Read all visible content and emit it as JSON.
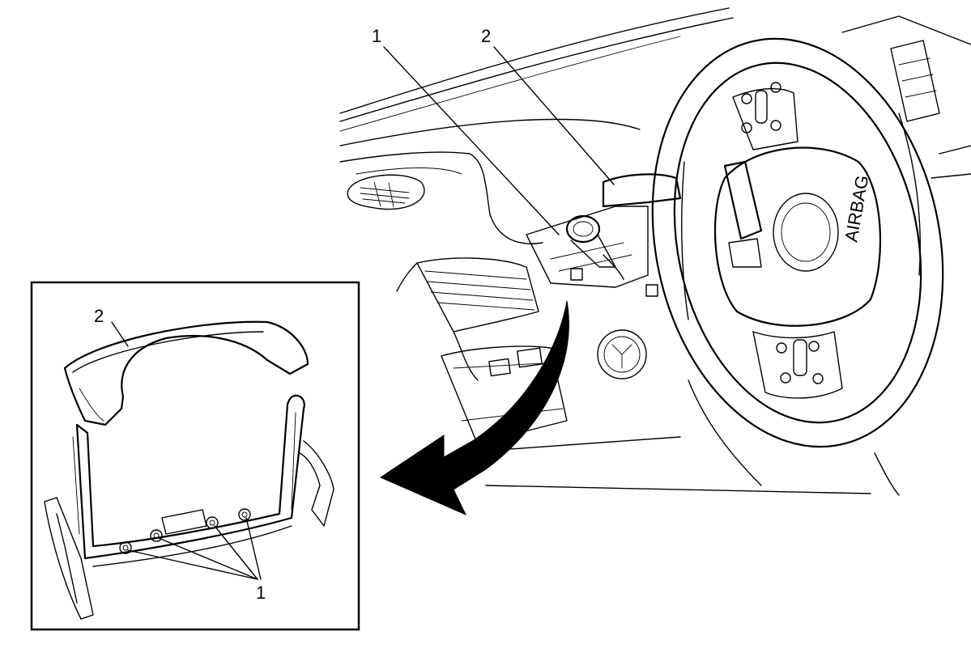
{
  "callouts": {
    "main_label_1": "1",
    "main_label_2": "2",
    "inset_label_1": "1",
    "inset_label_2": "2"
  },
  "badges": {
    "airbag": "AIRBAG"
  },
  "colors": {
    "line": "#000000",
    "background": "#ffffff",
    "arrow": "#000000"
  }
}
